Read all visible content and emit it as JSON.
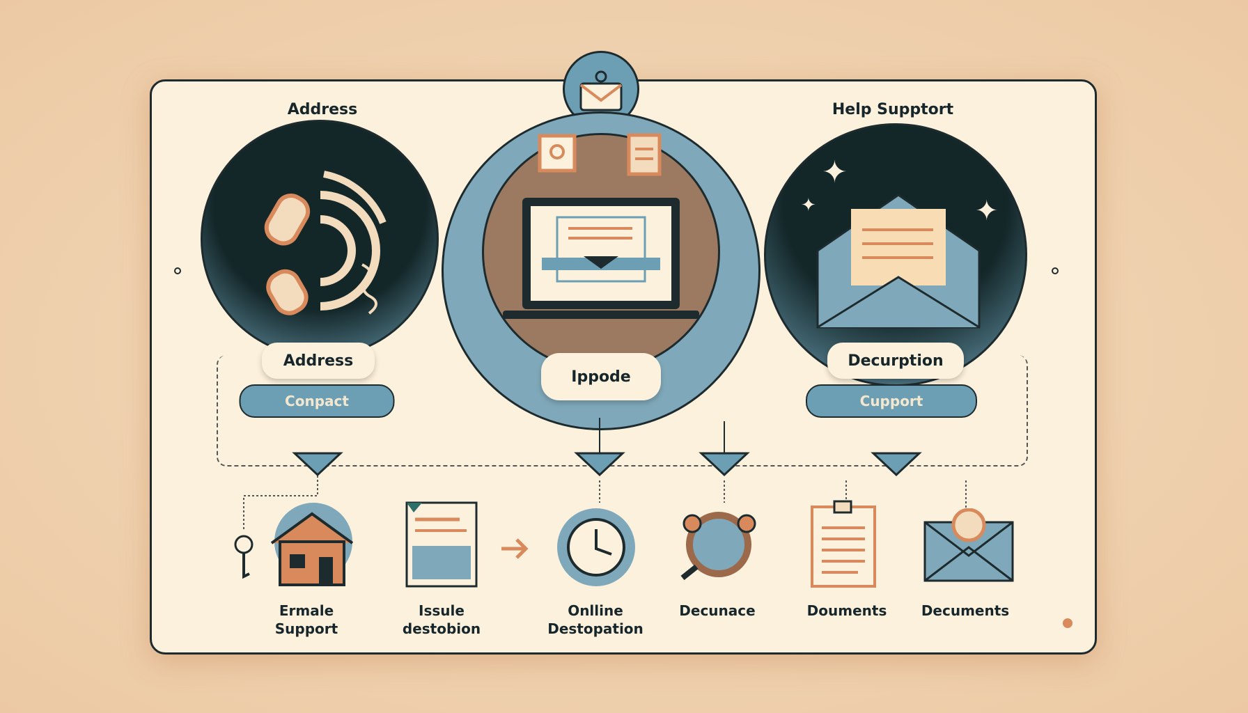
{
  "titles": {
    "left": "Address",
    "right": "Help Supptort"
  },
  "panels": {
    "left": {
      "label": "Address",
      "sublabel": "Conpact"
    },
    "center": {
      "label": "Ippode"
    },
    "right": {
      "label": "Decurption",
      "sublabel": "Cupport"
    }
  },
  "items": [
    {
      "line1": "Ermale",
      "line2": "Support"
    },
    {
      "line1": "Issule",
      "line2": "destobion"
    },
    {
      "line1": "Onlline",
      "line2": "Destopation"
    },
    {
      "line1": "Decunace",
      "line2": ""
    },
    {
      "line1": "Douments",
      "line2": ""
    },
    {
      "line1": "Decuments",
      "line2": ""
    }
  ],
  "colors": {
    "blue": "#6d9fb4",
    "dark": "#17262b",
    "cream": "#fcf1dc",
    "orange": "#d98a5c",
    "brown": "#9c7a62"
  }
}
